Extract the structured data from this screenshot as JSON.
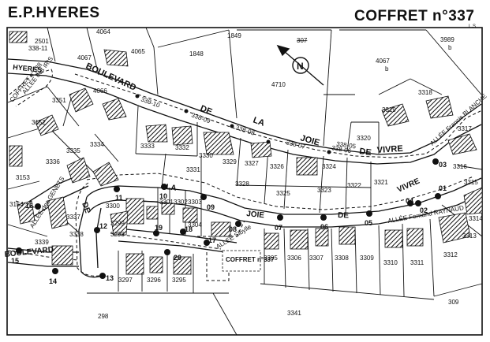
{
  "header": {
    "left_title": "E.P.HYERES",
    "right_title": "COFFRET n°337",
    "corner_note": "L.S."
  },
  "colors": {
    "ink": "#111111",
    "paper": "#ffffff",
    "hatch": "#111111"
  },
  "icons": {
    "north_arrow": "north-arrow-icon",
    "north_letter": "N"
  },
  "roads": [
    {
      "text": "BOULEVARD"
    },
    {
      "text": "DE"
    },
    {
      "text": "LA"
    },
    {
      "text": "JOIE"
    },
    {
      "text": "DE"
    },
    {
      "text": "VIVRE"
    },
    {
      "text": "DE"
    },
    {
      "text": "LA"
    },
    {
      "text": "JOIE"
    },
    {
      "text": "DE"
    },
    {
      "text": "VIVRE"
    },
    {
      "text": "BOULEVARD"
    },
    {
      "text": "HYERES"
    },
    {
      "text": "COFFRET n°338"
    },
    {
      "text": "ALLEE des IRIS"
    },
    {
      "text": "ALLEE des GENETS"
    },
    {
      "text": "ALLÉE Francis BLANCHE"
    },
    {
      "text": "ALLÉE Fernand RAYNAUD"
    },
    {
      "text": "ALLEE Sibylle"
    },
    {
      "text": "COFFRET n°337"
    }
  ],
  "parcels": [
    {
      "label": "2501"
    },
    {
      "label": "4064"
    },
    {
      "label": "4065"
    },
    {
      "label": "4067"
    },
    {
      "label": "4066"
    },
    {
      "label": "1849"
    },
    {
      "label": "1848"
    },
    {
      "label": "307"
    },
    {
      "label": "3989"
    },
    {
      "label": "b"
    },
    {
      "label": "4710"
    },
    {
      "label": "4067"
    },
    {
      "label": "b"
    },
    {
      "label": "3318"
    },
    {
      "label": "3319"
    },
    {
      "label": "3317"
    },
    {
      "label": "3320"
    },
    {
      "label": "3351"
    },
    {
      "label": "3152"
    },
    {
      "label": "3335"
    },
    {
      "label": "3334"
    },
    {
      "label": "3336"
    },
    {
      "label": "3153"
    },
    {
      "label": "3333"
    },
    {
      "label": "3332"
    },
    {
      "label": "3330"
    },
    {
      "label": "3329"
    },
    {
      "label": "3327"
    },
    {
      "label": "3326"
    },
    {
      "label": "3324"
    },
    {
      "label": "3331"
    },
    {
      "label": "3328"
    },
    {
      "label": "3325"
    },
    {
      "label": "3323"
    },
    {
      "label": "3322"
    },
    {
      "label": "3321"
    },
    {
      "label": "3316"
    },
    {
      "label": "3315"
    },
    {
      "label": "3314"
    },
    {
      "label": "3313"
    },
    {
      "label": "3312"
    },
    {
      "label": "3311"
    },
    {
      "label": "3310"
    },
    {
      "label": "3309"
    },
    {
      "label": "3308"
    },
    {
      "label": "3307"
    },
    {
      "label": "3306"
    },
    {
      "label": "3305"
    },
    {
      "label": "3300"
    },
    {
      "label": "3301"
    },
    {
      "label": "3302"
    },
    {
      "label": "3303"
    },
    {
      "label": "3304"
    },
    {
      "label": "3299"
    },
    {
      "label": "3298"
    },
    {
      "label": "3337"
    },
    {
      "label": "3338"
    },
    {
      "label": "3339"
    },
    {
      "label": "3154"
    },
    {
      "label": "3297"
    },
    {
      "label": "3296"
    },
    {
      "label": "3295"
    },
    {
      "label": "298"
    },
    {
      "label": "3341"
    },
    {
      "label": "309"
    },
    {
      "label": "338-11"
    },
    {
      "label": "338-10"
    },
    {
      "label": "338-09"
    },
    {
      "label": "338-08"
    },
    {
      "label": "338-07"
    },
    {
      "label": "338-06"
    },
    {
      "label": "338-05"
    }
  ],
  "nodes": [
    {
      "id": "01"
    },
    {
      "id": "02"
    },
    {
      "id": "03"
    },
    {
      "id": "04"
    },
    {
      "id": "05"
    },
    {
      "id": "06"
    },
    {
      "id": "07"
    },
    {
      "id": "08"
    },
    {
      "id": "09"
    },
    {
      "id": "10"
    },
    {
      "id": "11"
    },
    {
      "id": "12"
    },
    {
      "id": "13"
    },
    {
      "id": "14"
    },
    {
      "id": "15"
    },
    {
      "id": "16"
    },
    {
      "id": "17"
    },
    {
      "id": "18"
    },
    {
      "id": "19"
    },
    {
      "id": "20"
    }
  ]
}
